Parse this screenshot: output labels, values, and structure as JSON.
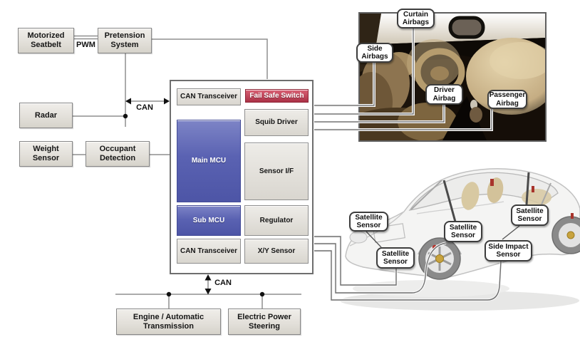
{
  "diagram": {
    "boxes": {
      "motorized_seatbelt": "Motorized Seatbelt",
      "pretension_system": "Pretension System",
      "radar": "Radar",
      "weight_sensor": "Weight Sensor",
      "occupant_detection": "Occupant Detection",
      "engine_transmission": "Engine / Automatic Transmission",
      "electric_power_steering": "Electric Power Steering"
    },
    "labels": {
      "pwm": "PWM",
      "can_left": "CAN",
      "can_bottom": "CAN"
    },
    "ecu": {
      "can_transceiver_top": "CAN Transceiver",
      "fail_safe_switch": "Fail Safe Switch",
      "squib_driver": "Squib Driver",
      "main_mcu": "Main MCU",
      "sensor_if": "Sensor I/F",
      "sub_mcu": "Sub MCU",
      "regulator": "Regulator",
      "can_transceiver_bottom": "CAN Transceiver",
      "xy_sensor": "X/Y Sensor"
    },
    "interior_callouts": {
      "curtain_airbags": "Curtain Airbags",
      "side_airbags": "Side Airbags",
      "driver_airbag": "Driver Airbag",
      "passenger_airbag": "Passenger Airbag"
    },
    "car_callouts": {
      "satellite_front_top": "Satellite Sensor",
      "satellite_front_lower": "Satellite Sensor",
      "satellite_center": "Satellite Sensor",
      "satellite_rear": "Satellite Sensor",
      "side_impact": "Side Impact Sensor"
    },
    "colors": {
      "mcu_blue": "#5a62b2",
      "fail_safe_red": "#c24a5e",
      "box_fill": "#e3e0da",
      "line_gray": "#8f8f8f"
    }
  }
}
